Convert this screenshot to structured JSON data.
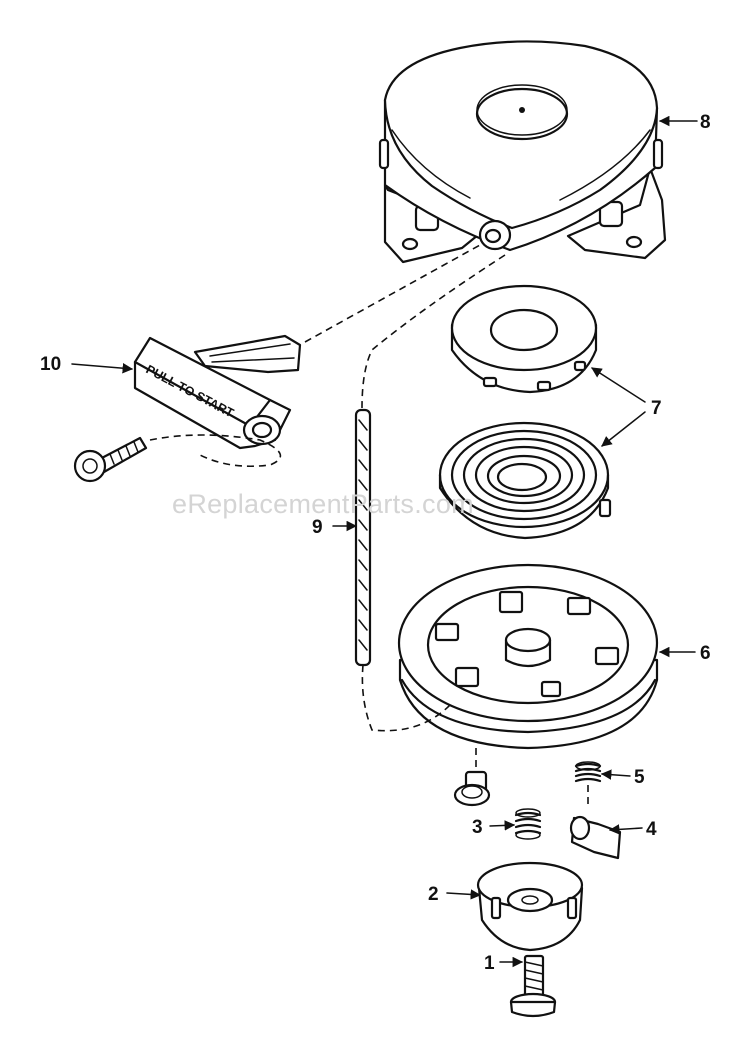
{
  "watermark": "eReplacementParts.com",
  "handle_text": "PULL TO START",
  "callouts": [
    {
      "id": "1",
      "label": "1"
    },
    {
      "id": "2",
      "label": "2"
    },
    {
      "id": "3",
      "label": "3"
    },
    {
      "id": "4",
      "label": "4"
    },
    {
      "id": "5",
      "label": "5"
    },
    {
      "id": "6",
      "label": "6"
    },
    {
      "id": "7",
      "label": "7"
    },
    {
      "id": "8",
      "label": "8"
    },
    {
      "id": "9",
      "label": "9"
    },
    {
      "id": "10",
      "label": "10"
    }
  ],
  "colors": {
    "ink": "#111111",
    "background": "#ffffff",
    "watermark": "#d4d4d4"
  }
}
